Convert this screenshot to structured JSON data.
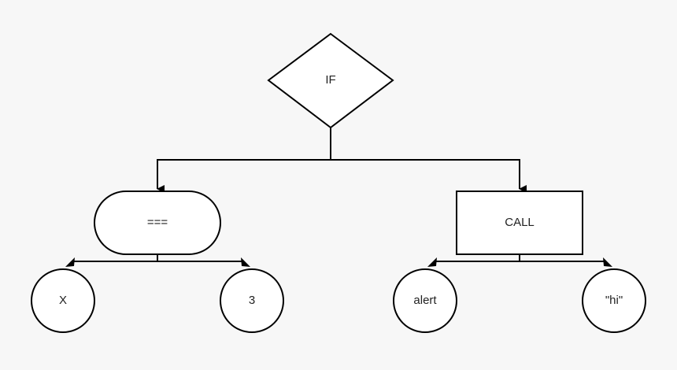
{
  "diagram": {
    "nodes": {
      "if": {
        "label": "IF",
        "shape": "diamond"
      },
      "equals": {
        "label": "===",
        "shape": "rounded-rectangle"
      },
      "call": {
        "label": "CALL",
        "shape": "rectangle"
      },
      "x": {
        "label": "X",
        "shape": "circle"
      },
      "three": {
        "label": "3",
        "shape": "circle"
      },
      "alert": {
        "label": "alert",
        "shape": "circle"
      },
      "hi": {
        "label": "\"hi\"",
        "shape": "circle"
      }
    },
    "edges": [
      {
        "from": "if",
        "to": "equals"
      },
      {
        "from": "if",
        "to": "call"
      },
      {
        "from": "equals",
        "to": "x"
      },
      {
        "from": "equals",
        "to": "three"
      },
      {
        "from": "call",
        "to": "alert"
      },
      {
        "from": "call",
        "to": "hi"
      }
    ],
    "colors": {
      "background": "#f7f7f7",
      "node_fill": "#ffffff",
      "stroke": "#000000",
      "text": "#222222"
    }
  }
}
